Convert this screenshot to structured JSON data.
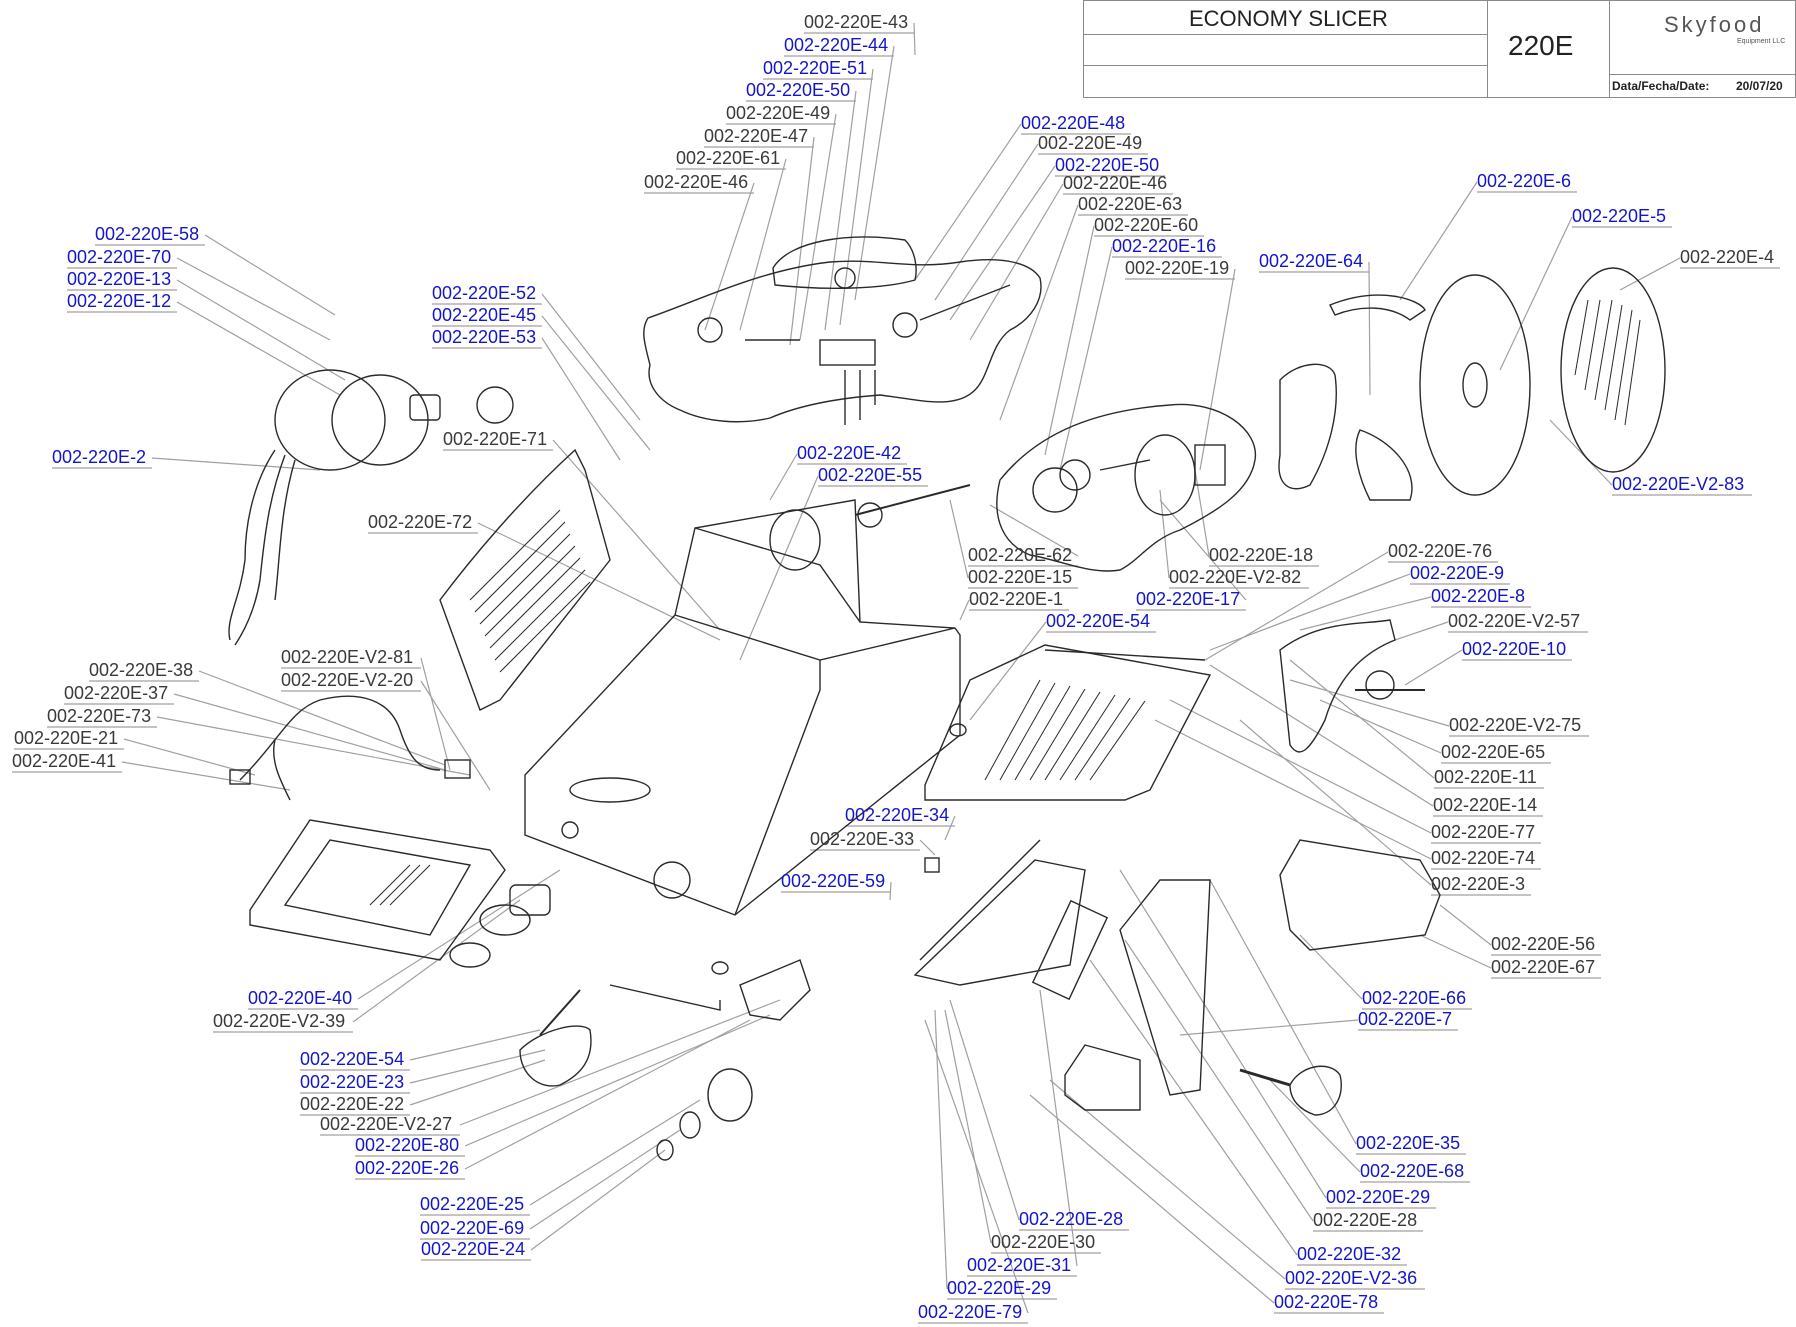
{
  "title_block": {
    "title": "ECONOMY SLICER",
    "model": "220E",
    "brand": "Skyfood",
    "brand_sub": "Equipment LLC",
    "date_label": "Data/Fecha/Date:",
    "date_value": "20/07/20"
  },
  "colors": {
    "highlight_label": "#1515c8",
    "normal_label": "#3a3a3a",
    "line": "#9a9a9a",
    "part": "#2a2a2a"
  },
  "callouts": [
    {
      "text": "002-220E-43",
      "style": "gray"
    },
    {
      "text": "002-220E-44",
      "style": "blue"
    },
    {
      "text": "002-220E-51",
      "style": "blue"
    },
    {
      "text": "002-220E-50",
      "style": "blue"
    },
    {
      "text": "002-220E-49",
      "style": "gray"
    },
    {
      "text": "002-220E-47",
      "style": "gray"
    },
    {
      "text": "002-220E-61",
      "style": "gray"
    },
    {
      "text": "002-220E-46",
      "style": "gray"
    },
    {
      "text": "002-220E-48",
      "style": "blue"
    },
    {
      "text": "002-220E-49",
      "style": "gray"
    },
    {
      "text": "002-220E-50",
      "style": "blue"
    },
    {
      "text": "002-220E-46",
      "style": "gray"
    },
    {
      "text": "002-220E-63",
      "style": "gray"
    },
    {
      "text": "002-220E-60",
      "style": "gray"
    },
    {
      "text": "002-220E-16",
      "style": "blue"
    },
    {
      "text": "002-220E-19",
      "style": "gray"
    },
    {
      "text": "002-220E-64",
      "style": "blue"
    },
    {
      "text": "002-220E-6",
      "style": "blue"
    },
    {
      "text": "002-220E-5",
      "style": "blue"
    },
    {
      "text": "002-220E-4",
      "style": "gray"
    },
    {
      "text": "002-220E-58",
      "style": "blue"
    },
    {
      "text": "002-220E-70",
      "style": "blue"
    },
    {
      "text": "002-220E-13",
      "style": "blue"
    },
    {
      "text": "002-220E-12",
      "style": "blue"
    },
    {
      "text": "002-220E-52",
      "style": "blue"
    },
    {
      "text": "002-220E-45",
      "style": "blue"
    },
    {
      "text": "002-220E-53",
      "style": "blue"
    },
    {
      "text": "002-220E-71",
      "style": "gray"
    },
    {
      "text": "002-220E-2",
      "style": "blue"
    },
    {
      "text": "002-220E-42",
      "style": "blue"
    },
    {
      "text": "002-220E-55",
      "style": "blue"
    },
    {
      "text": "002-220E-V2-83",
      "style": "blue"
    },
    {
      "text": "002-220E-72",
      "style": "gray"
    },
    {
      "text": "002-220E-62",
      "style": "gray"
    },
    {
      "text": "002-220E-15",
      "style": "gray"
    },
    {
      "text": "002-220E-18",
      "style": "gray"
    },
    {
      "text": "002-220E-V2-82",
      "style": "gray"
    },
    {
      "text": "002-220E-76",
      "style": "gray"
    },
    {
      "text": "002-220E-1",
      "style": "gray"
    },
    {
      "text": "002-220E-17",
      "style": "blue"
    },
    {
      "text": "002-220E-9",
      "style": "blue"
    },
    {
      "text": "002-220E-8",
      "style": "blue"
    },
    {
      "text": "002-220E-54",
      "style": "blue"
    },
    {
      "text": "002-220E-V2-57",
      "style": "gray"
    },
    {
      "text": "002-220E-10",
      "style": "blue"
    },
    {
      "text": "002-220E-V2-81",
      "style": "gray"
    },
    {
      "text": "002-220E-V2-20",
      "style": "gray"
    },
    {
      "text": "002-220E-38",
      "style": "gray"
    },
    {
      "text": "002-220E-37",
      "style": "gray"
    },
    {
      "text": "002-220E-73",
      "style": "gray"
    },
    {
      "text": "002-220E-21",
      "style": "gray"
    },
    {
      "text": "002-220E-41",
      "style": "gray"
    },
    {
      "text": "002-220E-V2-75",
      "style": "gray"
    },
    {
      "text": "002-220E-65",
      "style": "gray"
    },
    {
      "text": "002-220E-11",
      "style": "gray"
    },
    {
      "text": "002-220E-14",
      "style": "gray"
    },
    {
      "text": "002-220E-34",
      "style": "blue"
    },
    {
      "text": "002-220E-33",
      "style": "gray"
    },
    {
      "text": "002-220E-77",
      "style": "gray"
    },
    {
      "text": "002-220E-74",
      "style": "gray"
    },
    {
      "text": "002-220E-59",
      "style": "blue"
    },
    {
      "text": "002-220E-3",
      "style": "gray"
    },
    {
      "text": "002-220E-56",
      "style": "gray"
    },
    {
      "text": "002-220E-67",
      "style": "gray"
    },
    {
      "text": "002-220E-40",
      "style": "blue"
    },
    {
      "text": "002-220E-V2-39",
      "style": "gray"
    },
    {
      "text": "002-220E-66",
      "style": "blue"
    },
    {
      "text": "002-220E-7",
      "style": "blue"
    },
    {
      "text": "002-220E-54",
      "style": "blue"
    },
    {
      "text": "002-220E-23",
      "style": "blue"
    },
    {
      "text": "002-220E-22",
      "style": "gray"
    },
    {
      "text": "002-220E-V2-27",
      "style": "gray"
    },
    {
      "text": "002-220E-80",
      "style": "blue"
    },
    {
      "text": "002-220E-26",
      "style": "blue"
    },
    {
      "text": "002-220E-35",
      "style": "blue"
    },
    {
      "text": "002-220E-68",
      "style": "blue"
    },
    {
      "text": "002-220E-29",
      "style": "blue"
    },
    {
      "text": "002-220E-28",
      "style": "gray"
    },
    {
      "text": "002-220E-25",
      "style": "blue"
    },
    {
      "text": "002-220E-69",
      "style": "blue"
    },
    {
      "text": "002-220E-24",
      "style": "blue"
    },
    {
      "text": "002-220E-28",
      "style": "blue"
    },
    {
      "text": "002-220E-30",
      "style": "gray"
    },
    {
      "text": "002-220E-31",
      "style": "blue"
    },
    {
      "text": "002-220E-29",
      "style": "blue"
    },
    {
      "text": "002-220E-79",
      "style": "blue"
    },
    {
      "text": "002-220E-32",
      "style": "blue"
    },
    {
      "text": "002-220E-V2-36",
      "style": "blue"
    },
    {
      "text": "002-220E-78",
      "style": "blue"
    }
  ]
}
